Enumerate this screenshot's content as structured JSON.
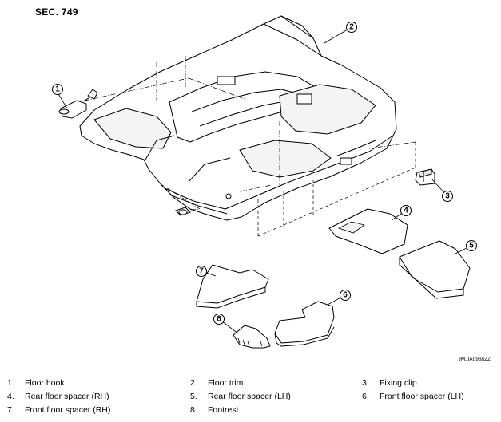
{
  "section_title": "SEC. 749",
  "figure_ref": "JMJIA0968ZZ",
  "callouts": [
    "1",
    "2",
    "3",
    "4",
    "5",
    "6",
    "7",
    "8"
  ],
  "legend": [
    {
      "num": "1.",
      "label": "Floor hook"
    },
    {
      "num": "2.",
      "label": "Floor trim"
    },
    {
      "num": "3.",
      "label": "Fixing clip"
    },
    {
      "num": "4.",
      "label": "Rear floor spacer (RH)"
    },
    {
      "num": "5.",
      "label": "Rear floor spacer (LH)"
    },
    {
      "num": "6.",
      "label": "Front floor spacer (LH)"
    },
    {
      "num": "7.",
      "label": "Front floor spacer (RH)"
    },
    {
      "num": "8.",
      "label": "Footrest"
    }
  ]
}
